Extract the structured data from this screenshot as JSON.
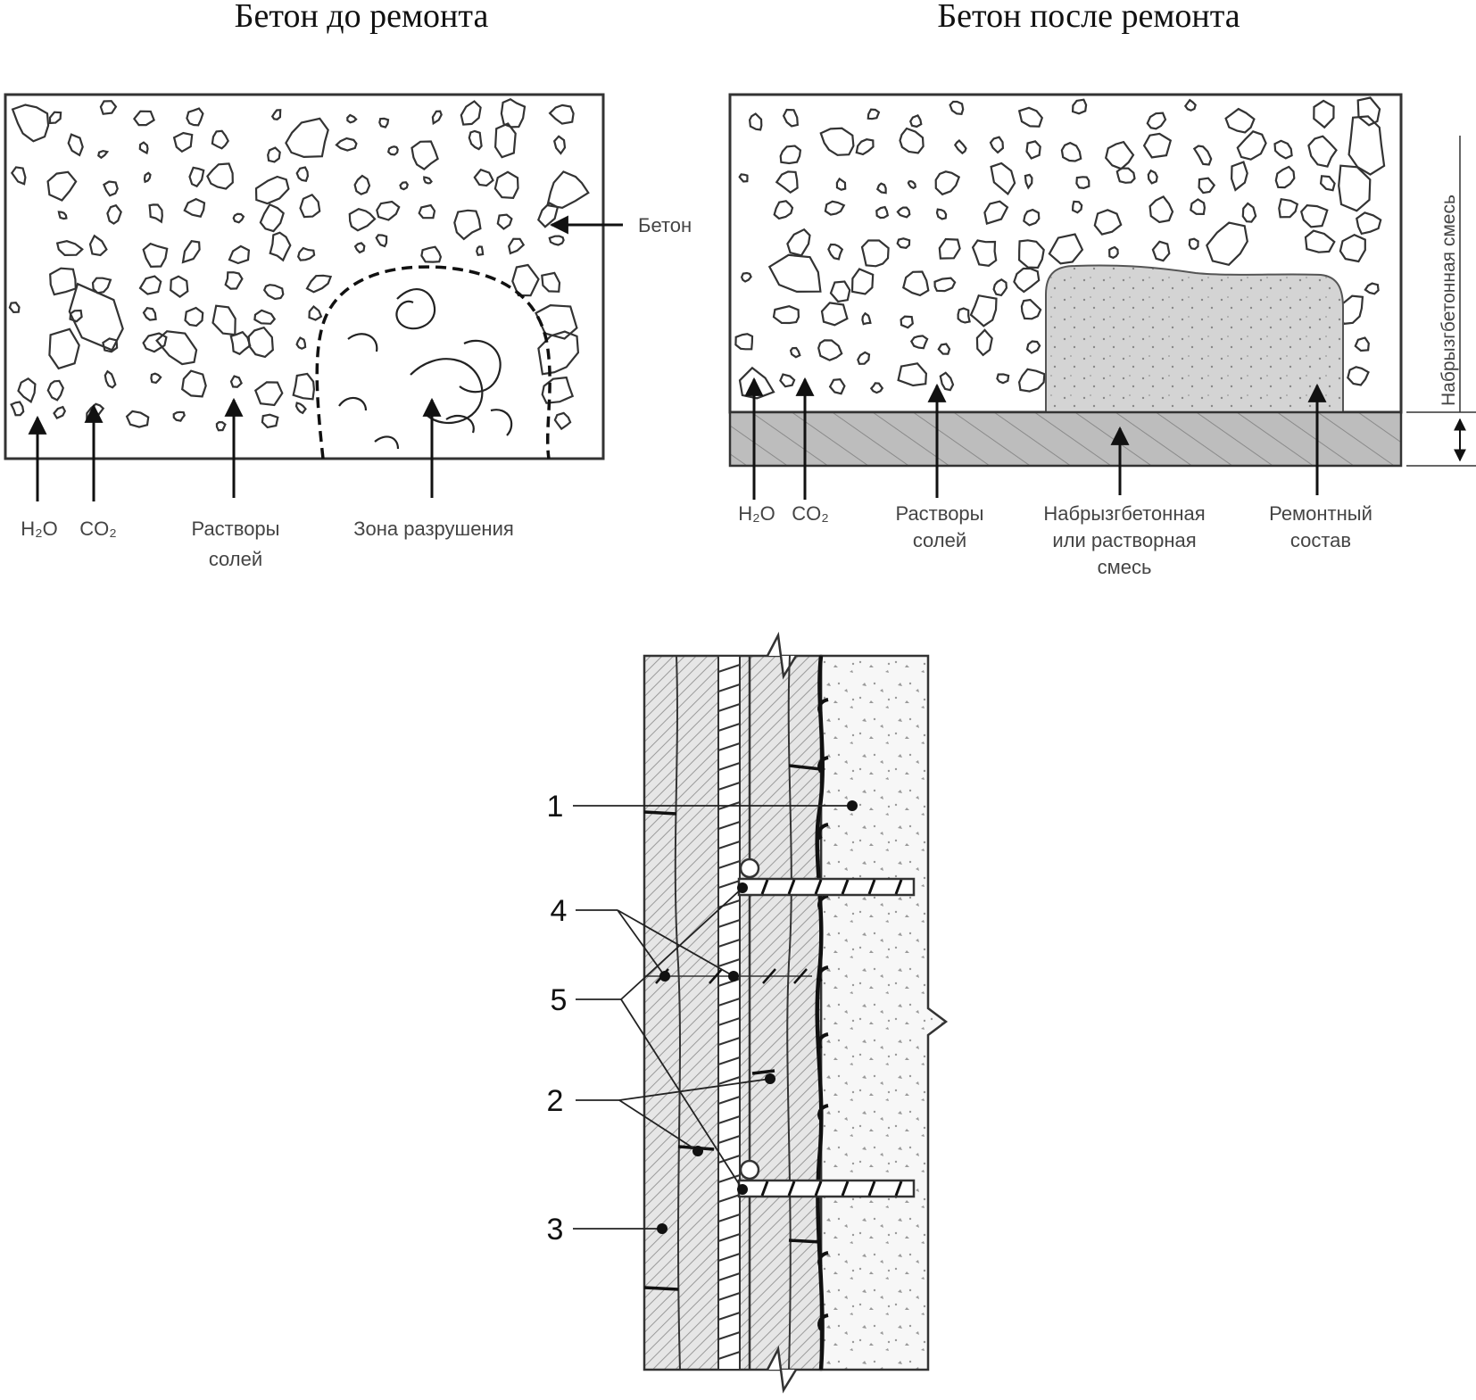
{
  "panel_left": {
    "title": "Бетон до ремонта",
    "label_concrete": "Бетон",
    "label_h2o": "H₂O",
    "label_co2": "CO₂",
    "label_salts_1": "Растворы",
    "label_salts_2": "солей",
    "label_damage_zone": "Зона разрушения"
  },
  "panel_right": {
    "title": "Бетон после ремонта",
    "label_h2o": "H₂O",
    "label_co2": "CO₂",
    "label_salts_1": "Растворы",
    "label_salts_2": "солей",
    "label_shotcrete_1": "Набрызгбетонная",
    "label_shotcrete_2": "или растворная",
    "label_shotcrete_3": "смесь",
    "label_repair_1": "Ремонтный",
    "label_repair_2": "состав",
    "label_vertical": "Набрызгбетонная смесь"
  },
  "section": {
    "callouts": [
      "1",
      "4",
      "5",
      "2",
      "3"
    ]
  }
}
